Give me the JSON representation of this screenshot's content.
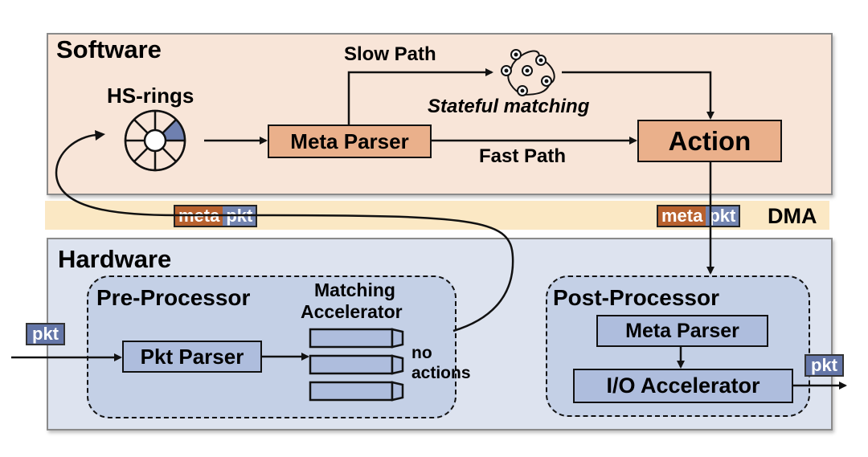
{
  "software": {
    "title": "Software",
    "hs_rings_label": "HS-rings",
    "meta_parser_label": "Meta Parser",
    "slow_path_label": "Slow Path",
    "fast_path_label": "Fast Path",
    "stateful_label": "Stateful matching",
    "action_label": "Action"
  },
  "dma": {
    "label": "DMA",
    "left_tag": {
      "meta": "meta",
      "pkt": "pkt"
    },
    "right_tag": {
      "meta": "meta",
      "pkt": "pkt"
    }
  },
  "hardware": {
    "title": "Hardware",
    "pre_processor": {
      "title": "Pre-Processor",
      "pkt_parser_label": "Pkt Parser",
      "matching_label_1": "Matching",
      "matching_label_2": "Accelerator",
      "no_actions_1": "no",
      "no_actions_2": "actions"
    },
    "post_processor": {
      "title": "Post-Processor",
      "meta_parser_label": "Meta Parser",
      "io_label": "I/O Accelerator"
    },
    "input_pkt": "pkt",
    "output_pkt": "pkt"
  },
  "colors": {
    "software_bg": "#f8e5d8",
    "hardware_bg": "#dde3ef",
    "dma_bg": "#fbe8c4",
    "orange_box": "#eab08b",
    "blue_box": "#aebddd",
    "meta_tag": "#b8612e",
    "pkt_tag": "#7384b0"
  }
}
